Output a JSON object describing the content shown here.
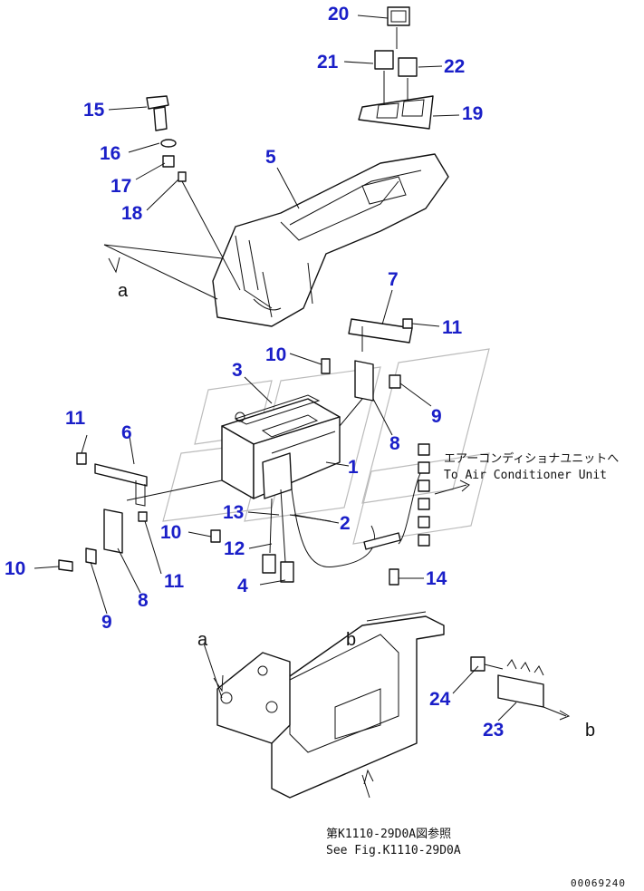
{
  "callouts": {
    "c1": "1",
    "c2": "2",
    "c3": "3",
    "c4": "4",
    "c5": "5",
    "c6": "6",
    "c7": "7",
    "c8a": "8",
    "c8b": "8",
    "c9a": "9",
    "c9b": "9",
    "c10a": "10",
    "c10b": "10",
    "c10c": "10",
    "c11a": "11",
    "c11b": "11",
    "c11c": "11",
    "c12": "12",
    "c13": "13",
    "c14": "14",
    "c15": "15",
    "c16": "16",
    "c17": "17",
    "c18": "18",
    "c19": "19",
    "c20": "20",
    "c21": "21",
    "c22": "22",
    "c23": "23",
    "c24": "24"
  },
  "refs": {
    "a_top": "a",
    "a_mid": "a",
    "b_mid": "b",
    "b_right": "b"
  },
  "notes": {
    "ac_jp": "エアーコンディショナユニットへ",
    "ac_en": "To Air Conditioner Unit",
    "see_jp": "第K1110-29D0A図参照",
    "see_en": "See Fig.K1110-29D0A",
    "drawing_no": "00069240"
  },
  "colors": {
    "callout": "#1a1fc8",
    "line": "#111111"
  }
}
